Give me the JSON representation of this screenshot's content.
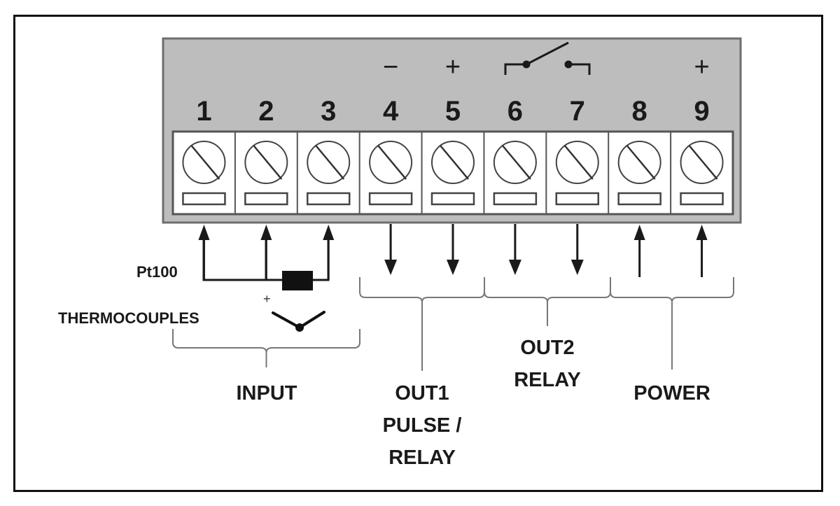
{
  "diagram": {
    "title": "Terminal connection diagram",
    "terminals": [
      {
        "number": "1",
        "polarity": "",
        "arrow": "up"
      },
      {
        "number": "2",
        "polarity": "",
        "arrow": "up"
      },
      {
        "number": "3",
        "polarity": "",
        "arrow": "up"
      },
      {
        "number": "4",
        "polarity": "−",
        "arrow": "down"
      },
      {
        "number": "5",
        "polarity": "+",
        "arrow": "down"
      },
      {
        "number": "6",
        "polarity": "",
        "arrow": "down"
      },
      {
        "number": "7",
        "polarity": "",
        "arrow": "down"
      },
      {
        "number": "8",
        "polarity": "",
        "arrow": "up"
      },
      {
        "number": "9",
        "polarity": "+",
        "arrow": "up"
      }
    ],
    "relay_symbol": {
      "between_terminals": [
        "6",
        "7"
      ],
      "type": "normally-open-contact"
    },
    "input": {
      "pt100_label": "Pt100",
      "thermocouples_label": "THERMOCOUPLES",
      "thermocouple_plus": "+",
      "group_label": "INPUT"
    },
    "groups": [
      {
        "id": "out1",
        "lines": [
          "OUT1",
          "PULSE /",
          "RELAY"
        ],
        "terminals": [
          "4",
          "5"
        ]
      },
      {
        "id": "out2",
        "lines": [
          "OUT2",
          "RELAY"
        ],
        "terminals": [
          "6",
          "7"
        ]
      },
      {
        "id": "power",
        "lines": [
          "POWER"
        ],
        "terminals": [
          "8",
          "9"
        ]
      }
    ]
  },
  "colors": {
    "panel": "#bdbdbd",
    "panel_border": "#6e6e6e",
    "terminal_fill": "#ffffff",
    "ink": "#1a1a1a",
    "bracket": "#777777"
  }
}
